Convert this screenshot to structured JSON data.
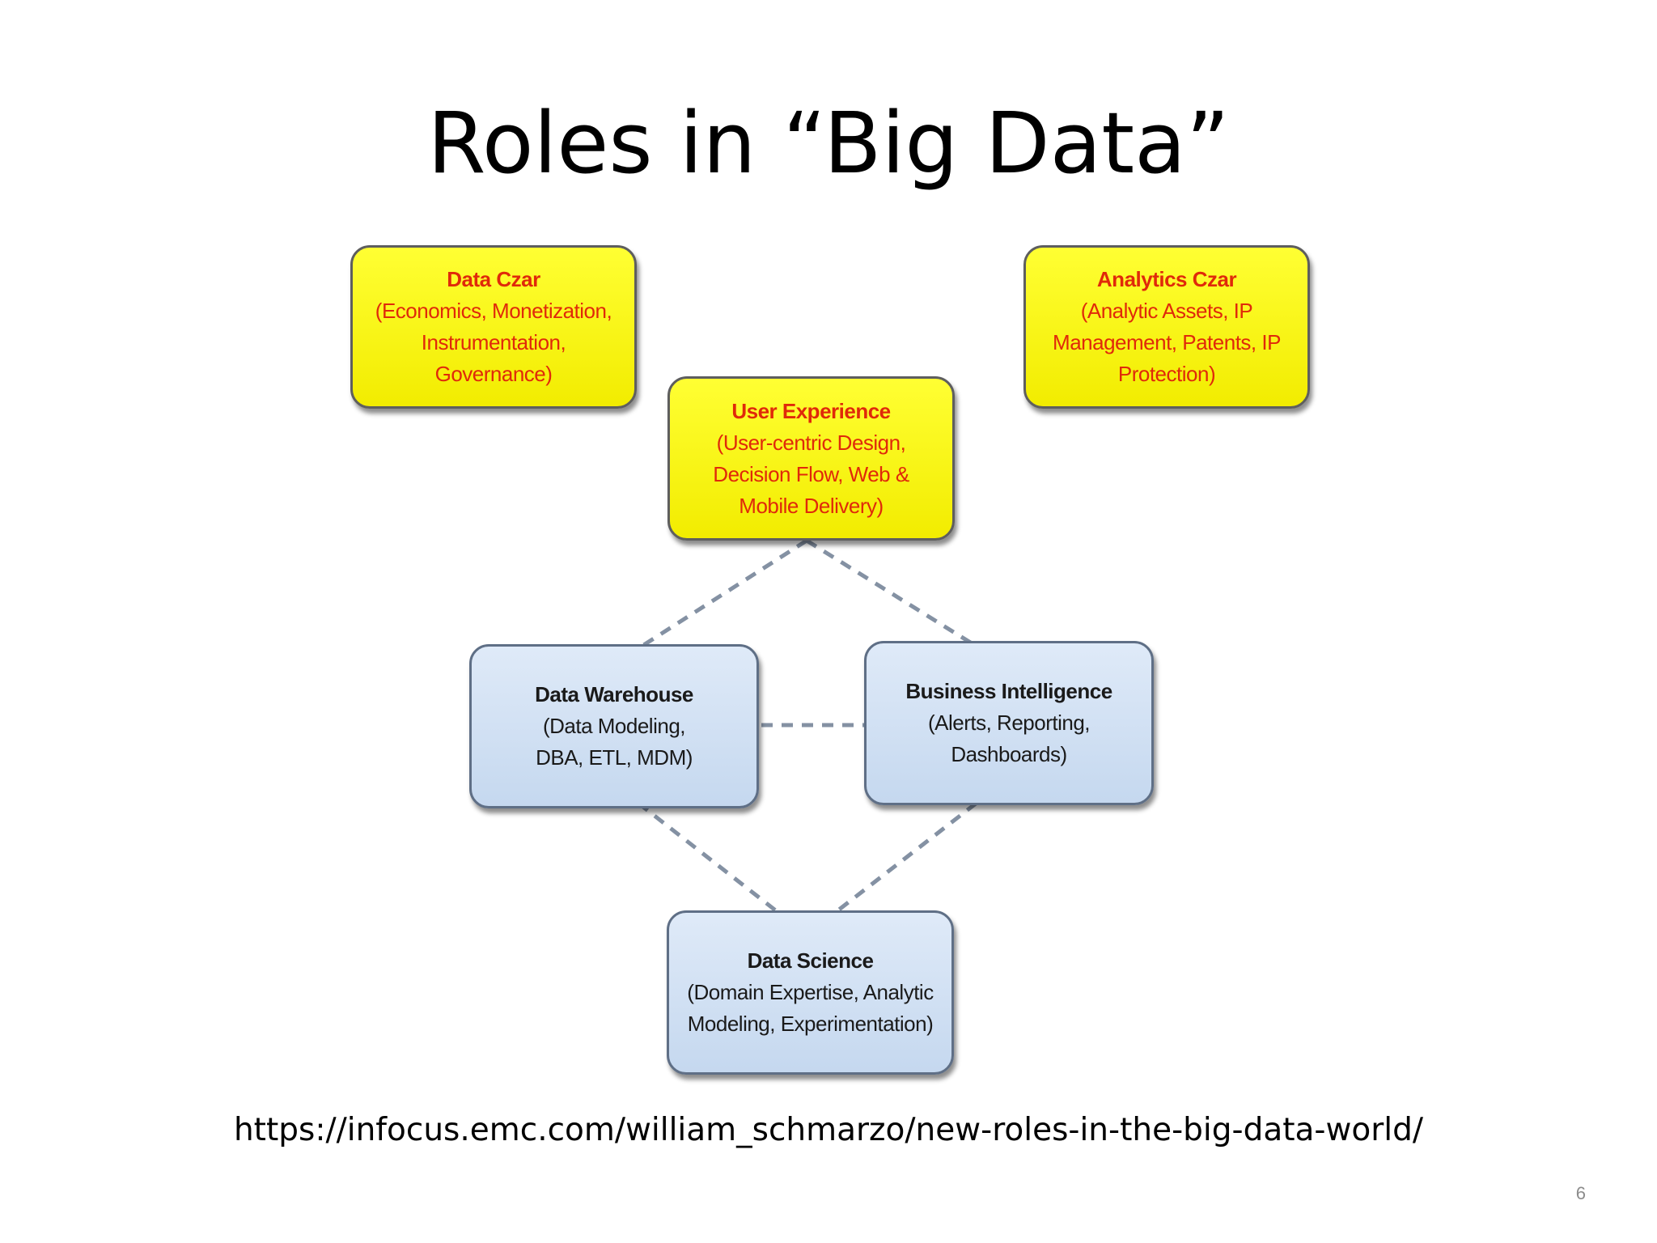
{
  "slide": {
    "title": "Roles in “Big Data”",
    "source_url": "https://infocus.emc.com/william_schmarzo/new-roles-in-the-big-data-world/",
    "page_number": "6"
  },
  "colors": {
    "yellow_fill": "#f7f200",
    "yellow_text": "#e0290a",
    "blue_fill": "#cfdff2",
    "blue_text": "#1a1a1a",
    "connector": "#8491a3"
  },
  "diagram": {
    "nodes": [
      {
        "id": "data-czar",
        "name": "Data Czar",
        "details": "(Economics, Monetization,\nInstrumentation,\nGovernance)",
        "style": "yellow"
      },
      {
        "id": "analytics-czar",
        "name": "Analytics Czar",
        "details": "(Analytic Assets,  IP\nManagement, Patents, IP\nProtection)",
        "style": "yellow"
      },
      {
        "id": "user-experience",
        "name": "User Experience",
        "details": "(User-centric Design,\nDecision Flow, Web &\nMobile Delivery)",
        "style": "yellow"
      },
      {
        "id": "data-warehouse",
        "name": "Data Warehouse",
        "details": "(Data Modeling,\nDBA, ETL, MDM)",
        "style": "blue"
      },
      {
        "id": "business-intelligence",
        "name": "Business Intelligence",
        "details": "(Alerts, Reporting,\nDashboards)",
        "style": "blue"
      },
      {
        "id": "data-science",
        "name": "Data Science",
        "details": "(Domain Expertise,  Analytic\nModeling, Experimentation)",
        "style": "blue"
      }
    ],
    "edges": [
      {
        "from": "user-experience",
        "to": "data-warehouse",
        "style": "dashed"
      },
      {
        "from": "user-experience",
        "to": "business-intelligence",
        "style": "dashed"
      },
      {
        "from": "data-warehouse",
        "to": "business-intelligence",
        "style": "dashed"
      },
      {
        "from": "data-warehouse",
        "to": "data-science",
        "style": "dashed"
      },
      {
        "from": "business-intelligence",
        "to": "data-science",
        "style": "dashed"
      }
    ]
  }
}
